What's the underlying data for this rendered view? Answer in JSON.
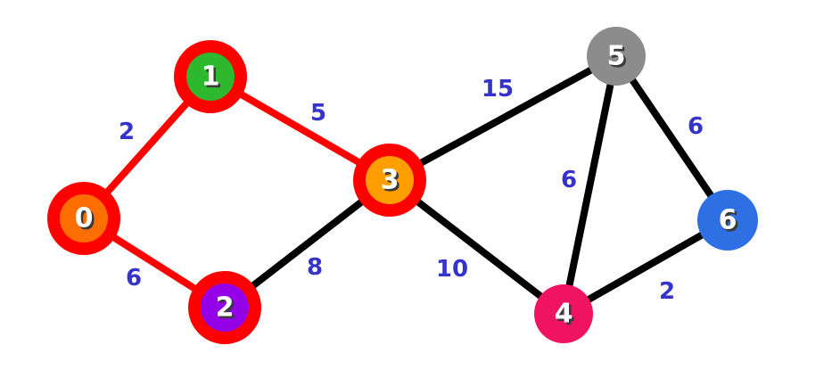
{
  "graph": {
    "background_color": "#FFFFFF",
    "weight_label_color": "#3533CB",
    "highlighted_edge_color": "#FF0000",
    "default_edge_color": "#000000",
    "node_ring_color": "#FF0000",
    "nodes": [
      {
        "label": "0",
        "fill": "#FF6E00",
        "ring": "#FF0000"
      },
      {
        "label": "1",
        "fill": "#2EB82E",
        "ring": "#FF0000"
      },
      {
        "label": "2",
        "fill": "#9400E8",
        "ring": "#FF0000"
      },
      {
        "label": "3",
        "fill": "#FF9E00",
        "ring": "#FF0000"
      },
      {
        "label": "4",
        "fill": "#F0135F"
      },
      {
        "label": "5",
        "fill": "#8C8C8C"
      },
      {
        "label": "6",
        "fill": "#2E6FE3"
      }
    ],
    "edges": [
      {
        "from": "0",
        "to": "1",
        "weight": "2",
        "color": "#FF0000"
      },
      {
        "from": "1",
        "to": "3",
        "weight": "5",
        "color": "#FF0000"
      },
      {
        "from": "0",
        "to": "2",
        "weight": "6",
        "color": "#FF0000"
      },
      {
        "from": "2",
        "to": "3",
        "weight": "8",
        "color": "#000000"
      },
      {
        "from": "3",
        "to": "5",
        "weight": "15",
        "color": "#000000"
      },
      {
        "from": "3",
        "to": "4",
        "weight": "10",
        "color": "#000000"
      },
      {
        "from": "4",
        "to": "5",
        "weight": "6",
        "color": "#000000"
      },
      {
        "from": "5",
        "to": "6",
        "weight": "6",
        "color": "#000000"
      },
      {
        "from": "4",
        "to": "6",
        "weight": "2",
        "color": "#000000"
      }
    ]
  }
}
